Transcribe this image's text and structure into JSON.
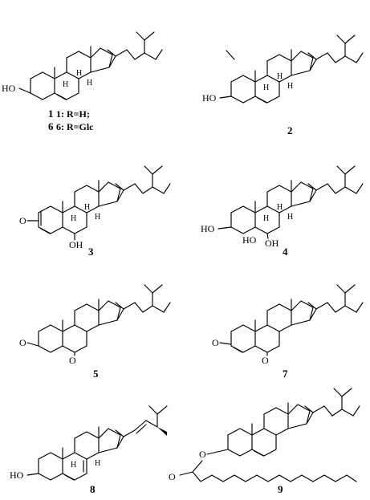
{
  "labels": {
    "c1": "1",
    "c2": "2",
    "c3": "3",
    "c4": "4",
    "c5": "5",
    "c6": "6",
    "c7": "7",
    "c8": "8",
    "c9": "9"
  },
  "captions": {
    "c1_r": "1: R=H;",
    "c6_r": "6: R=Glc"
  },
  "atoms": {
    "H": "H",
    "HO": "HO",
    "O": "O",
    "OH": "OH"
  }
}
